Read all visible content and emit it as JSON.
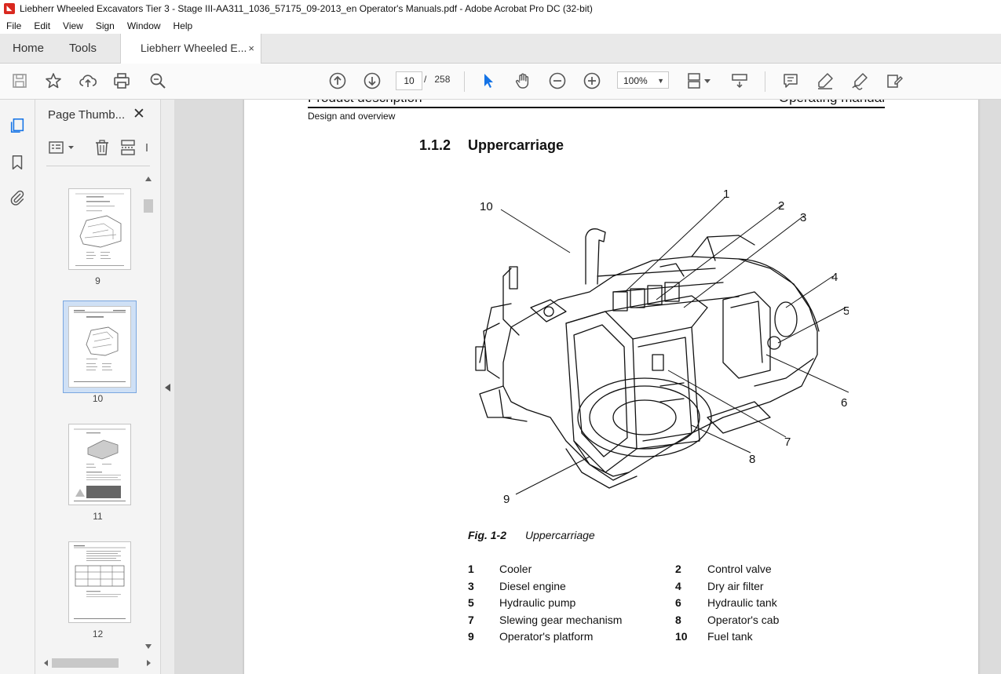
{
  "window": {
    "title": "Liebherr Wheeled Excavators Tier 3 - Stage III-AA311_1036_57175_09-2013_en Operator's Manuals.pdf - Adobe Acrobat Pro DC (32-bit)"
  },
  "menu": [
    "File",
    "Edit",
    "View",
    "Sign",
    "Window",
    "Help"
  ],
  "tabs": {
    "home": "Home",
    "tools": "Tools",
    "document": "Liebherr Wheeled E...",
    "close_glyph": "×"
  },
  "toolbar": {
    "current_page": "10",
    "page_separator": "/",
    "total_pages": "258",
    "zoom": "100%"
  },
  "thumbnail_panel": {
    "title": "Page Thumb...",
    "close_glyph": "✕",
    "pages": [
      "9",
      "10",
      "11",
      "12"
    ],
    "selected_page": "10"
  },
  "document": {
    "header_left": "Product description",
    "header_right": "Operating manual",
    "subheader": "Design and overview",
    "section_number": "1.1.2",
    "section_title": "Uppercarriage",
    "figure_label": "Fig. 1-2",
    "figure_caption": "Uppercarriage",
    "callouts": [
      "1",
      "2",
      "3",
      "4",
      "5",
      "6",
      "7",
      "8",
      "9",
      "10"
    ],
    "legend": [
      {
        "num": "1",
        "text": "Cooler"
      },
      {
        "num": "2",
        "text": "Control valve"
      },
      {
        "num": "3",
        "text": "Diesel engine"
      },
      {
        "num": "4",
        "text": "Dry air filter"
      },
      {
        "num": "5",
        "text": "Hydraulic pump"
      },
      {
        "num": "6",
        "text": "Hydraulic tank"
      },
      {
        "num": "7",
        "text": "Slewing gear mechanism"
      },
      {
        "num": "8",
        "text": "Operator's cab"
      },
      {
        "num": "9",
        "text": "Operator's platform"
      },
      {
        "num": "10",
        "text": "Fuel tank"
      }
    ]
  },
  "colors": {
    "acrobat_red": "#d9281f",
    "selection_blue": "#5b8fd4",
    "cursor_blue": "#1473e6"
  }
}
